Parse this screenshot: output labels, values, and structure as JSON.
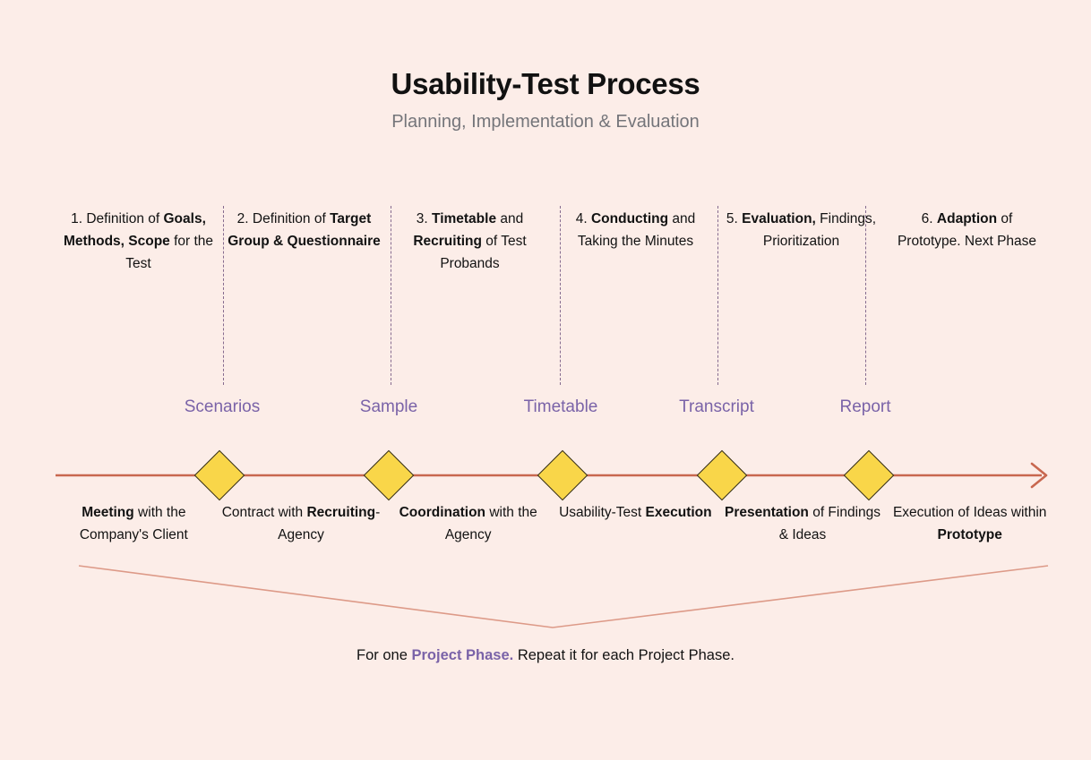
{
  "header": {
    "title": "Usability-Test Process",
    "subtitle": "Planning, Implementation & Evaluation"
  },
  "colors": {
    "background": "#fcede8",
    "title": "#111111",
    "subtitle": "#74757a",
    "accent_purple": "#7a63a8",
    "divider_purple": "#7a5d86",
    "timeline": "#c8674f",
    "diamond_fill": "#f9d649",
    "diamond_stroke": "#2f2a1c",
    "bracket": "#d98a77"
  },
  "steps": [
    {
      "number": "1.",
      "prefix": " Definition of ",
      "bold": "Goals, Methods, Scope",
      "suffix": " for the Test"
    },
    {
      "number": "2.",
      "prefix": " Definition of ",
      "bold": "Target Group & Questionnaire",
      "suffix": ""
    },
    {
      "number": "3.",
      "prefix": " ",
      "bold": "Timetable",
      "mid": " and ",
      "bold2": "Recruiting",
      "suffix": " of Test Probands"
    },
    {
      "number": "4.",
      "prefix": " ",
      "bold": "Conducting",
      "suffix": " and Taking the Minutes"
    },
    {
      "number": "5.",
      "prefix": " ",
      "bold": "Evaluation,",
      "suffix": " Findings, Prioritization"
    },
    {
      "number": "6.",
      "prefix": " ",
      "bold": "Adaption",
      "suffix": " of Prototype. Next Phase"
    }
  ],
  "deliverables": [
    {
      "label": "Scenarios"
    },
    {
      "label": "Sample"
    },
    {
      "label": "Timetable"
    },
    {
      "label": "Transcript"
    },
    {
      "label": "Report"
    }
  ],
  "activities": [
    {
      "bold": "Meeting",
      "rest": " with the Company's Client"
    },
    {
      "pre": "Contract with ",
      "bold": "Recruiting",
      "rest": "-Agency"
    },
    {
      "bold": "Coordination",
      "rest": " with the Agency"
    },
    {
      "pre": "Usability-Test ",
      "bold": "Execution",
      "rest": ""
    },
    {
      "bold": "Presentation",
      "rest": " of Findings & Ideas"
    },
    {
      "pre": "Execution of Ideas within ",
      "bold": "Prototype",
      "rest": ""
    }
  ],
  "caption": {
    "lead": "For one ",
    "highlight": "Project Phase.",
    "tail": " Repeat it for each Project Phase."
  }
}
